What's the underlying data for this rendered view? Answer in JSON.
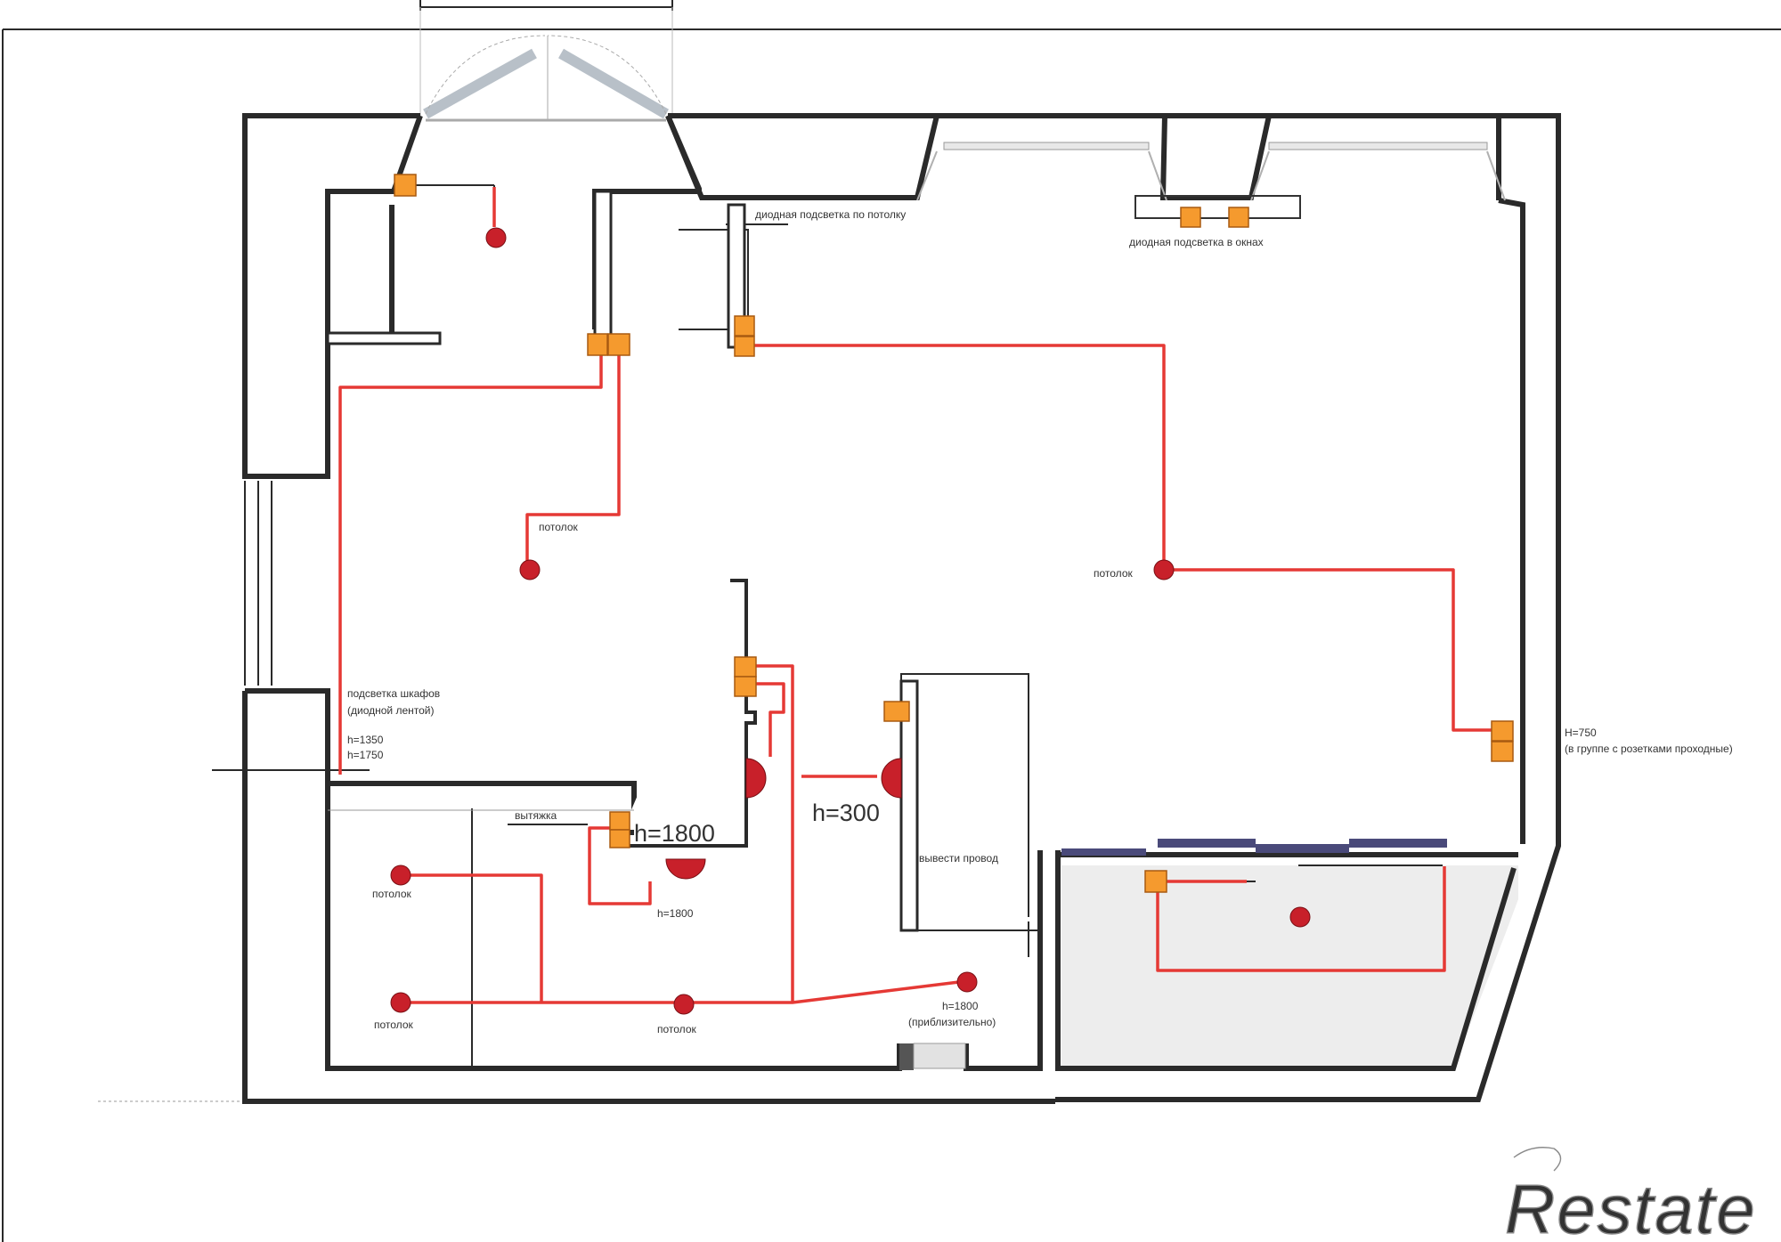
{
  "labels": {
    "diode_ceiling": "диодная подсветка по потолку",
    "diode_windows": "диодная подсветка в окнах",
    "ceiling_1": "потолок",
    "ceiling_2": "потолок",
    "ceiling_3": "потолок",
    "ceiling_4": "потолок",
    "ceiling_5": "потолок",
    "wardrobe_line1": "подсветка шкафов",
    "wardrobe_line2": "(диодной лентой)",
    "h1350": "h=1350",
    "h1750": "h=1750",
    "hood": "вытяжка",
    "h1800_big": "h=1800",
    "h300_big": "h=300",
    "h1800_small": "h=1800",
    "h1800_approx_1": "h=1800",
    "h1800_approx_2": "(приблизительно)",
    "wire_out": "вывести провод",
    "h750_line1": "H=750",
    "h750_line2": "(в группе с розетками проходные)"
  },
  "watermark": "Restate",
  "colors": {
    "wall": "#2a2a2a",
    "wire": "#e53935",
    "junction_box": "#f59a2e",
    "lamp": "#c8202a",
    "bathroom_fill": "#ededed",
    "window_bar": "#4a4a7a"
  }
}
